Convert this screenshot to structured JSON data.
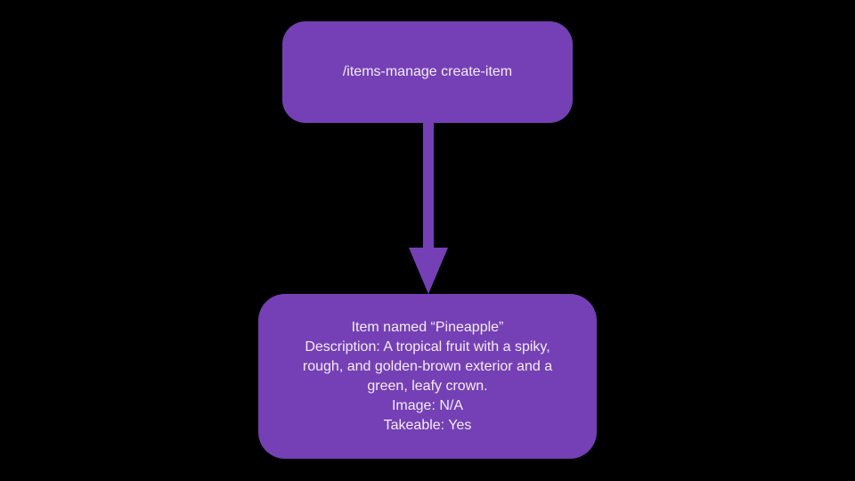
{
  "canvas": {
    "background": "#000000"
  },
  "diagram": {
    "colors": {
      "node_fill": "#7540b5",
      "arrow": "#7540b5",
      "text": "#f2edf8"
    },
    "command_node": {
      "label": "/items-manage create-item"
    },
    "arrow": {
      "direction": "down"
    },
    "result_node": {
      "lines": [
        "Item named “Pineapple”",
        "Description: A tropical fruit with a spiky,",
        "rough, and golden-brown exterior and a",
        "green, leafy crown.",
        "Image: N/A",
        "Takeable: Yes"
      ]
    }
  }
}
